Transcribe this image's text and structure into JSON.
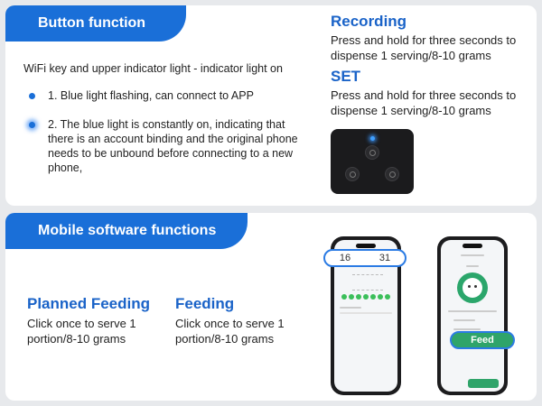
{
  "button_section": {
    "tab_label": "Button function",
    "intro": "WiFi key and upper indicator light - indicator light on",
    "bullets": [
      "1. Blue light flashing, can connect to APP",
      "2. The blue light is constantly on, indicating that there is an account binding and the original phone needs to be unbound before connecting to a new phone,"
    ],
    "recording": {
      "title": "Recording",
      "desc": "Press and hold for three seconds to dispense 1 serving/8-10 grams"
    },
    "set": {
      "title": "SET",
      "desc": "Press and hold for three seconds to dispense 1 serving/8-10 grams"
    }
  },
  "mobile_section": {
    "tab_label": "Mobile software functions",
    "planned_feeding": {
      "title": "Planned Feeding",
      "desc": "Click once to serve 1 portion/8-10 grams"
    },
    "feeding": {
      "title": "Feeding",
      "desc": "Click once to serve 1 portion/8-10 grams"
    },
    "phone1_time": {
      "hour": "16",
      "minute": "31"
    },
    "phone2_button": "Feed"
  },
  "colors": {
    "accent_blue": "#1a6fd8",
    "title_blue": "#1a63c8",
    "feed_green": "#2fa46a"
  }
}
